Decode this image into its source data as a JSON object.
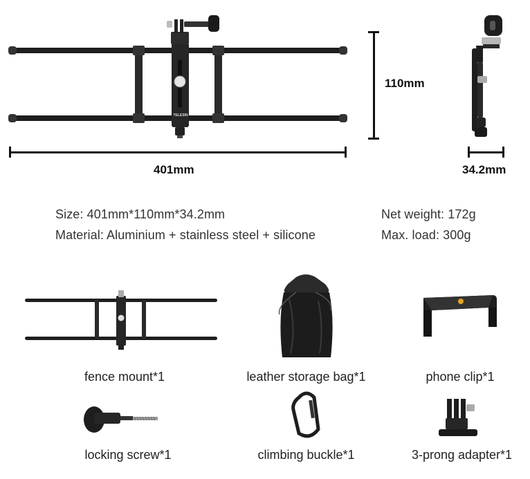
{
  "dimensions": {
    "length": "401mm",
    "height": "110mm",
    "depth": "34.2mm"
  },
  "product": {
    "brand": "TELESIN"
  },
  "specs": {
    "size": "Size: 401mm*110mm*34.2mm",
    "material": "Material: Aluminium + stainless steel + silicone",
    "weight": "Net weight: 172g",
    "max_load": "Max. load: 300g"
  },
  "package": {
    "items": [
      "fence mount*1",
      "leather storage bag*1",
      "phone clip*1",
      "locking screw*1",
      "climbing buckle*1",
      "3-prong adapter*1"
    ]
  },
  "colors": {
    "metal": "#1e1e1e",
    "accent": "#e8a317",
    "text": "#333333"
  }
}
